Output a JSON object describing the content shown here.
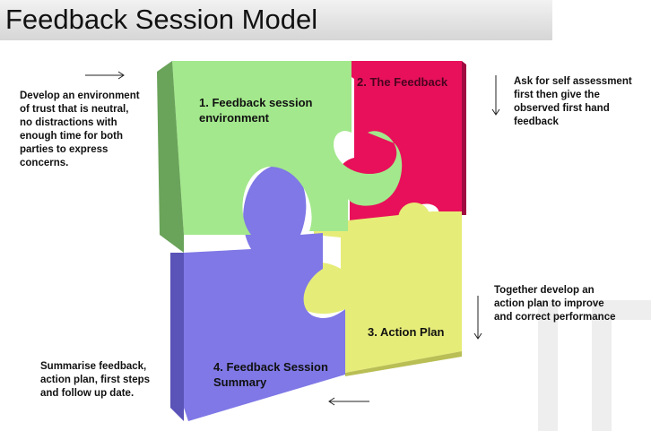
{
  "title": "Feedback Session Model",
  "pieces": [
    {
      "label": "1. Feedback session\nenvironment",
      "color": "#a3e88c"
    },
    {
      "label": "2. The Feedback",
      "color": "#e8105a"
    },
    {
      "label": "3. Action Plan",
      "color": "#e6ec78"
    },
    {
      "label": "4. Feedback Session\nSummary",
      "color": "#7f78e6"
    }
  ],
  "notes": [
    "Develop an environment\nof trust that is neutral,\nno distractions with\nenough time  for both\nparties to express\nconcerns.",
    "Ask for self assessment\nfirst then give the\nobserved first hand\nfeedback",
    "Together develop an\naction plan to improve\nand correct performance",
    "Summarise feedback,\naction plan, first steps\nand follow up date."
  ]
}
